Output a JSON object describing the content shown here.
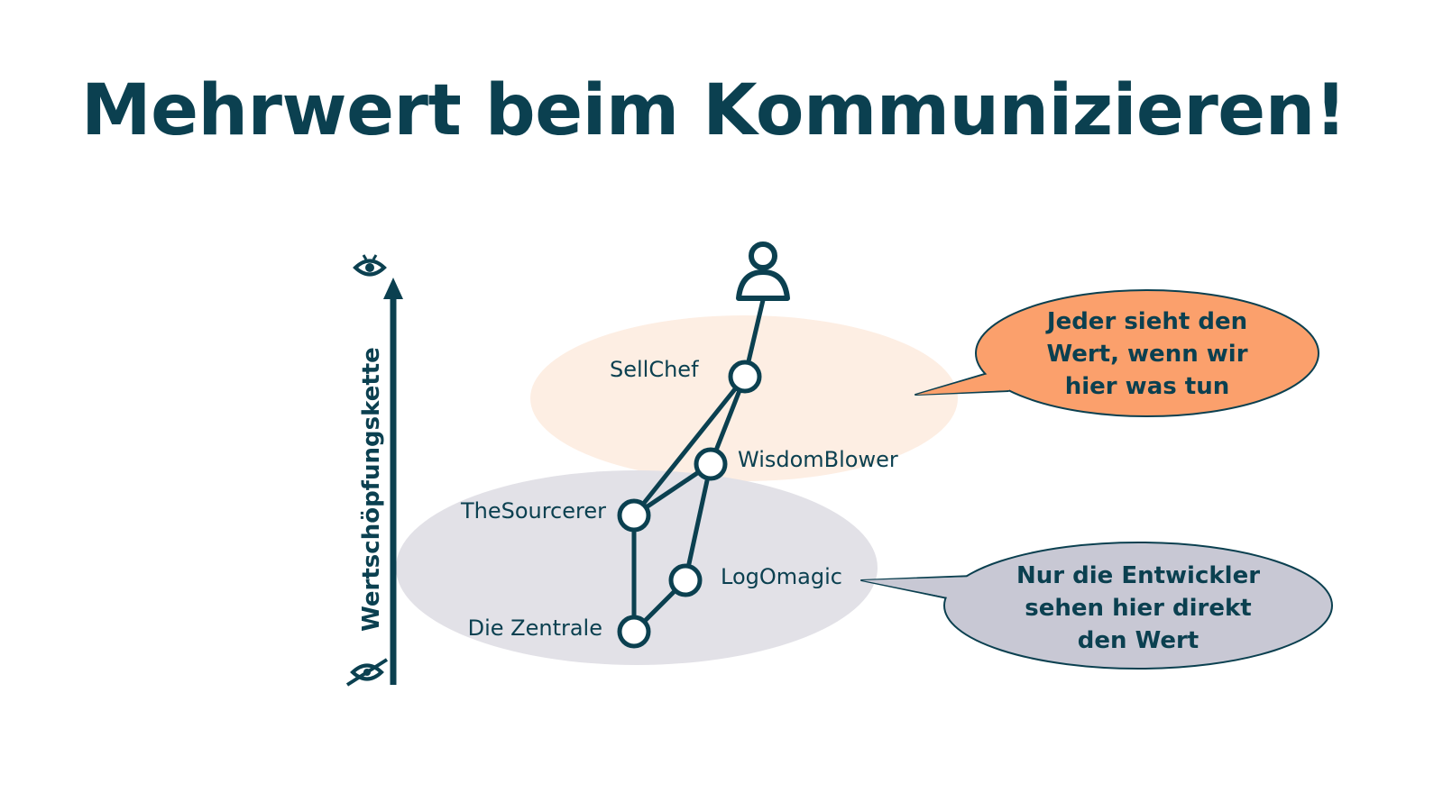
{
  "title": "Mehrwert beim Kommunizieren!",
  "axis": {
    "label": "Wertschöpfungskette",
    "top_icon": "eye-icon",
    "bottom_icon": "eye-crossed-icon"
  },
  "user_icon": "user-icon",
  "nodes": {
    "sellchef": "SellChef",
    "wisdomblower": "WisdomBlower",
    "thesourcerer": "TheSourcerer",
    "logomagic": "LogOmagic",
    "zentrale": "Die Zentrale"
  },
  "bubbles": {
    "visible": [
      "Jeder sieht den",
      "Wert, wenn wir",
      "hier was tun"
    ],
    "developers": [
      "Nur die Entwickler",
      "sehen hier direkt",
      "den Wert"
    ]
  },
  "colors": {
    "primary": "#0b4050",
    "orange_zone": "#fdeee3",
    "grey_zone": "#e2e1e7",
    "orange_bubble": "#fba06c",
    "grey_bubble": "#c8c8d4"
  }
}
